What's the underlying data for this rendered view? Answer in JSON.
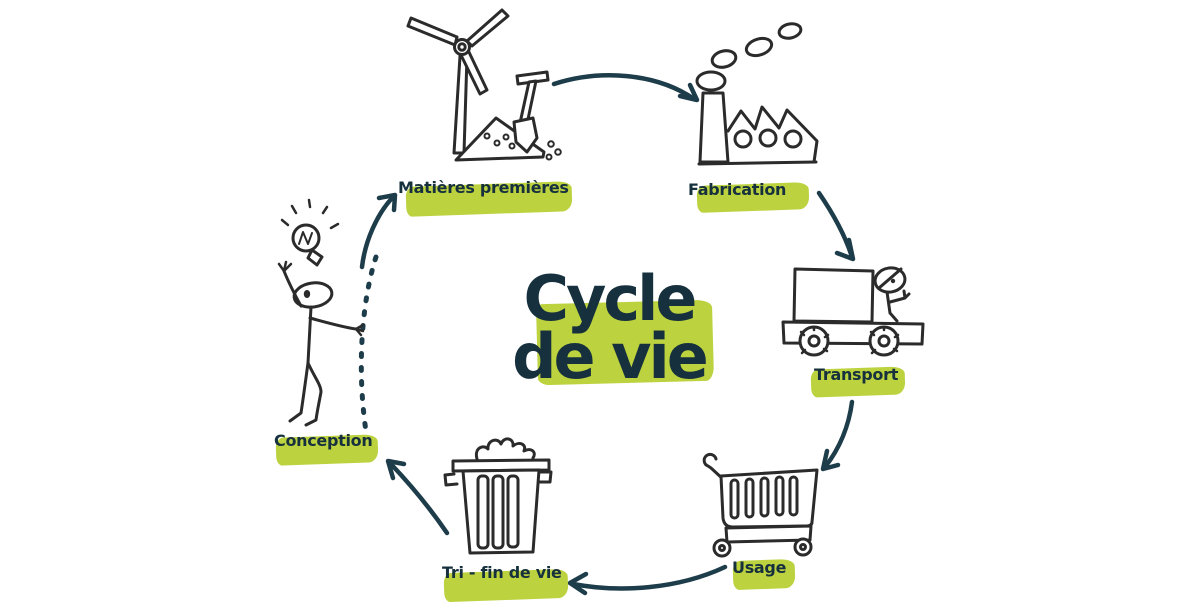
{
  "diagram": {
    "title_line1": "Cycle",
    "title_line2": "de vie",
    "stages": [
      {
        "label": "Matières premières"
      },
      {
        "label": "Fabrication"
      },
      {
        "label": "Transport"
      },
      {
        "label": "Usage"
      },
      {
        "label": "Tri - fin de vie"
      },
      {
        "label": "Conception"
      }
    ],
    "icons": [
      "wind-turbine-icon",
      "shovel-icon",
      "sand-pile-icon",
      "factory-icon",
      "smoke-icon",
      "truck-icon",
      "driver-icon",
      "shopping-cart-icon",
      "trash-bin-icon",
      "person-icon",
      "lightbulb-icon",
      "dashed-arc-icon",
      "arrow-icon"
    ],
    "colors": {
      "highlight": "#bdd23f",
      "text": "#16313d",
      "arrow": "#1e3d4b",
      "ink": "#2b2b2b",
      "background": "#ffffff"
    }
  }
}
